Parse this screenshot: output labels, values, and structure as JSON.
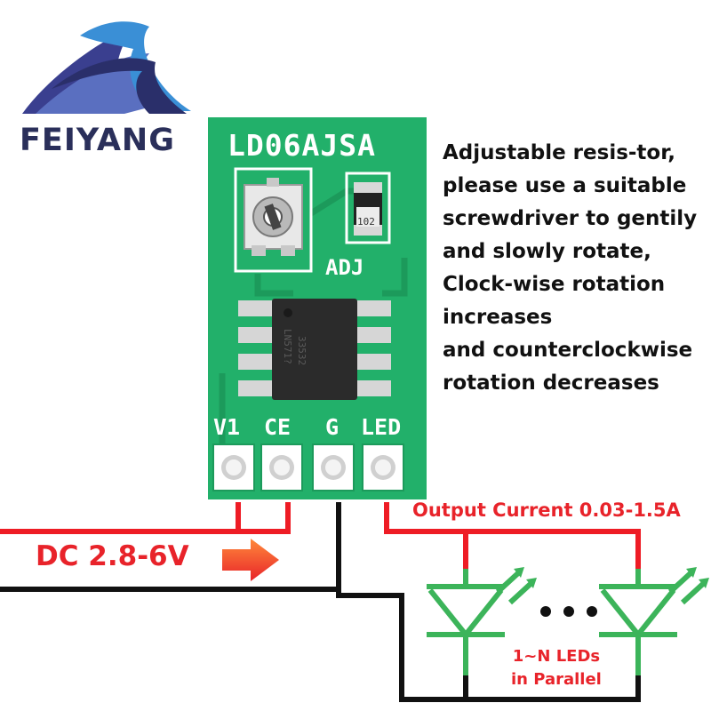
{
  "logo": {
    "text": "FEIYANG",
    "icon": "feiyang-wave-logo"
  },
  "board": {
    "title": "LD06AJSA",
    "adj_label": "ADJ",
    "resistor_marking": "102",
    "chip_lines": [
      "LN571?",
      "33532"
    ],
    "pins": [
      "V1",
      "CE",
      "G",
      "LED"
    ],
    "pcb_color": "#23b46a"
  },
  "description_lines": [
    "Adjustable resis-tor,",
    "please use a suitable",
    "screwdriver to gentily",
    "and slowly rotate,",
    "Clock-wise rotation",
    "increases",
    "and counterclockwise",
    "rotation decreases"
  ],
  "input_label": "DC 2.8-6V",
  "output_label": "Output Current 0.03-1.5A",
  "leds_label_lines": [
    "1~N LEDs",
    "in Parallel"
  ],
  "colors": {
    "red_wire": "#ee1c25",
    "black_wire": "#111111",
    "led_green": "#3cb45a",
    "text_red": "#e8232a"
  }
}
